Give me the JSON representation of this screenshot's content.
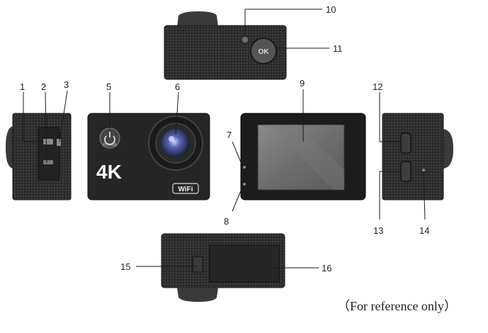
{
  "labels": {
    "n1": "1",
    "n2": "2",
    "n3": "3",
    "n5": "5",
    "n6": "6",
    "n7": "7",
    "n8": "8",
    "n9": "9",
    "n10": "10",
    "n11": "11",
    "n12": "12",
    "n13": "13",
    "n14": "14",
    "n15": "15",
    "n16": "16"
  },
  "front": {
    "badge_4k": "4K",
    "power_text": "POWER",
    "wifi_badge": "WiFi"
  },
  "top": {
    "ok_text": "OK"
  },
  "caption": "（For reference only）",
  "colors": {
    "body": "#2e2e2e",
    "body_dark": "#1b1b1b",
    "screen": "#6a6a6a",
    "lens_glass": "#3a4a8a",
    "line": "#1a1a1a"
  }
}
